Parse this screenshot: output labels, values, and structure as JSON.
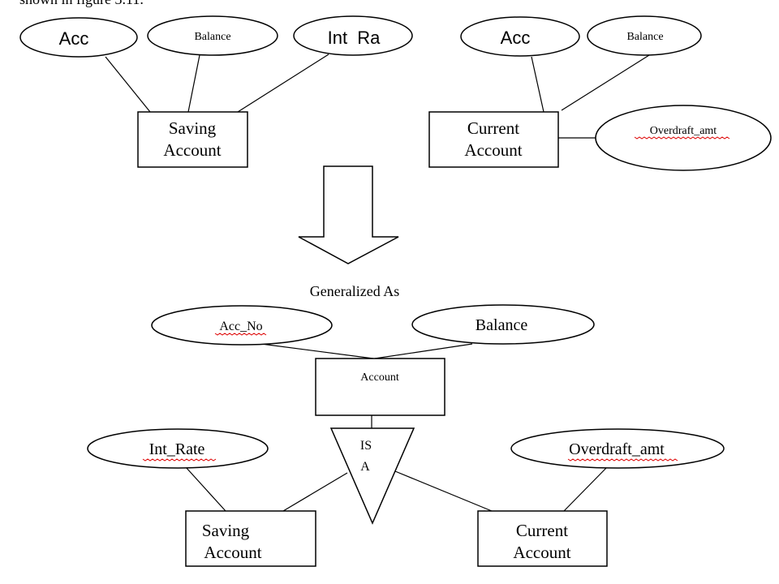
{
  "caption": "shown in figure 3.11.",
  "top": {
    "saving": {
      "entity": [
        "Saving",
        "Account"
      ],
      "attributes": [
        "Acc",
        "Balance",
        "Int  Ra"
      ]
    },
    "current": {
      "entity": [
        "Current",
        "Account"
      ],
      "attributes": [
        "Acc",
        "Balance",
        "Overdraft_amt"
      ]
    }
  },
  "transition_label": "Generalized As",
  "bottom": {
    "account": "Account",
    "attributes": [
      "Acc_No",
      "Balance"
    ],
    "isa": [
      "IS",
      "A"
    ],
    "saving": {
      "entity": [
        "Saving",
        "Account"
      ],
      "attribute": "Int_Rate"
    },
    "current": {
      "entity": [
        "Current",
        "Account"
      ],
      "attribute": "Overdraft_amt"
    }
  }
}
